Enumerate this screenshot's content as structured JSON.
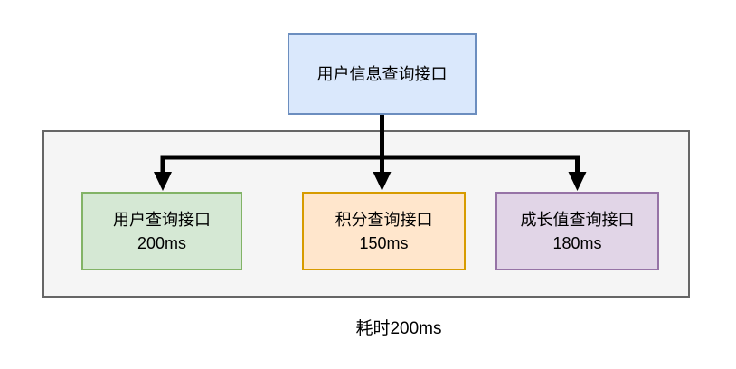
{
  "diagram": {
    "root_node": {
      "label": "用户信息查询接口"
    },
    "child_nodes": [
      {
        "label": "用户查询接口",
        "time": "200ms"
      },
      {
        "label": "积分查询接口",
        "time": "150ms"
      },
      {
        "label": "成长值查询接口",
        "time": "180ms"
      }
    ],
    "caption": "耗时200ms",
    "colors": {
      "root_fill": "#dae8fc",
      "root_stroke": "#6c8ebf",
      "child1_fill": "#d5e8d4",
      "child1_stroke": "#82b366",
      "child2_fill": "#ffe6cc",
      "child2_stroke": "#d79b00",
      "child3_fill": "#e1d5e7",
      "child3_stroke": "#9673a6",
      "container_fill": "#f5f5f5",
      "container_stroke": "#666666",
      "arrow": "#000000",
      "background": "#ffffff"
    }
  }
}
